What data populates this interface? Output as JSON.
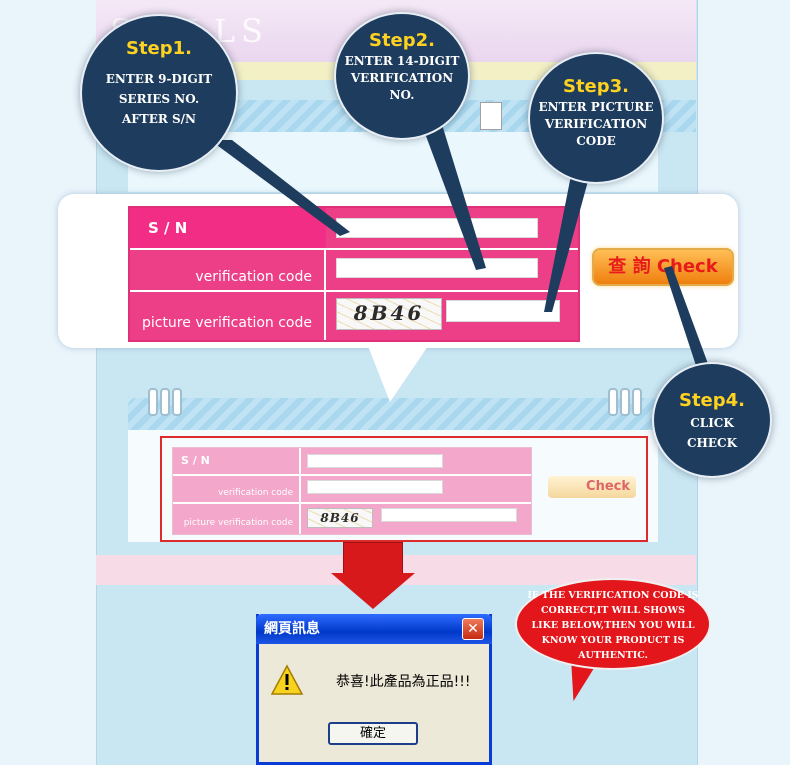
{
  "background": {
    "logo_text": "SKILLS"
  },
  "steps": [
    {
      "num": "Step1.",
      "desc": "Enter 9-digit\nseries no.\nafter S/N"
    },
    {
      "num": "Step2.",
      "desc": "Enter 14-digit\nverification\nno."
    },
    {
      "num": "Step3.",
      "desc": "Enter picture\nverification\ncode"
    },
    {
      "num": "Step4.",
      "desc": "Click\ncheck"
    }
  ],
  "form": {
    "sn_label": "S / N",
    "verification_label": "verification code",
    "picture_label": "picture verification code",
    "captcha_text": "8B46",
    "check_button": "查 詢 Check"
  },
  "small_form": {
    "sn_label": "S / N",
    "verification_label": "verification code",
    "picture_label": "picture verification code",
    "captcha_text": "8B46",
    "check_button": "Check"
  },
  "dialog": {
    "title": "網頁訊息",
    "close": "✕",
    "message": "恭喜!此產品為正品!!!",
    "ok_button": "確定"
  },
  "note": "If the verification code is correct,it will shows like below,then you will know your product is authentic."
}
